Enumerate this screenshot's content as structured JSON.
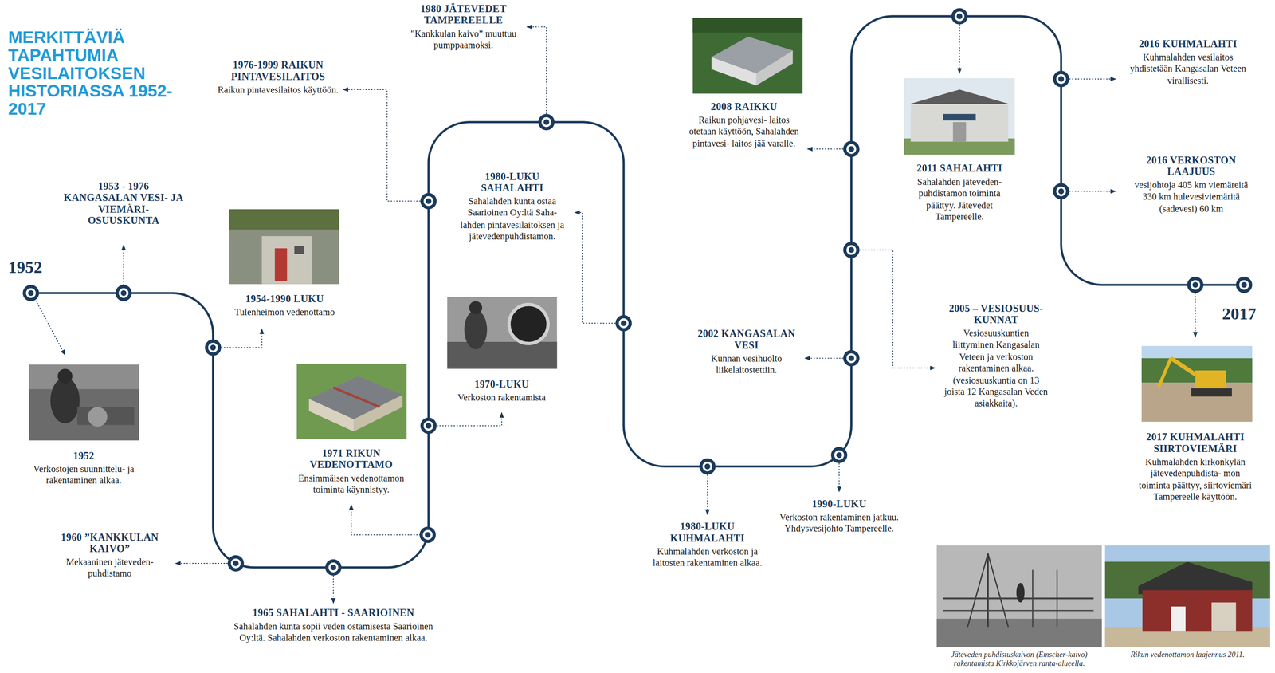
{
  "diagram": {
    "title": "MERKITTÄVIÄ TAPAHTUMIA VESILAITOKSEN HISTORIASSA 1952-2017",
    "nodes": [
      {
        "text": [
          "1952",
          "Verkostojen suunnittelu- ja rakentaminen alkaa."
        ]
      },
      {
        "text": [
          "1953 - 1976 KANGASALAN VESI- JA VIEMÄRI- OSUUSKUNTA"
        ]
      },
      {
        "text": [
          "1954-1990 LUKU",
          "Tulenheimon vedenottamo"
        ]
      },
      {
        "text": [
          "1960 ”KANKKULAN KAIVO”",
          "Mekaaninen jäteveden- puhdistamo"
        ]
      },
      {
        "text": [
          "1965 SAHALAHTI - SAARIOINEN",
          "Sahalahden kunta sopii veden ostamisesta Saarioinen Oy:ltä. Sahalahden verkoston rakentaminen alkaa."
        ]
      },
      {
        "text": [
          "1971 RIKUN VEDENOTTAMO",
          "Ensimmäisen vedenottamon toiminta käynnistyy."
        ]
      },
      {
        "text": [
          "1970-LUKU",
          "Verkoston rakentamista"
        ]
      },
      {
        "text": [
          "1976-1999 RAIKUN PINTAVESILAITOS",
          "Raikun pintavesilaitos käyttöön."
        ]
      },
      {
        "text": [
          "1980 JÄTEVEDET TAMPEREELLE",
          "”Kankkulan kaivo” muuttuu pumppaamoksi."
        ]
      },
      {
        "text": [
          "1980-LUKU SAHALAHTI",
          "Sahalahden kunta ostaa Saarioinen Oy:ltä Saha- lahden pintavesilaitoksen ja jätevedenpuhdistamon."
        ]
      },
      {
        "text": [
          "1980-LUKU KUHMALAHTI",
          "Kuhmalahden verkoston ja laitosten rakentaminen alkaa."
        ]
      },
      {
        "text": [
          "1990-LUKU",
          "Verkoston rakentaminen jatkuu. Yhdysvesijohto Tampereelle."
        ]
      },
      {
        "text": [
          "2002 KANGASALAN VESI",
          "Kunnan vesihuolto liikelaitostettiin."
        ]
      },
      {
        "text": [
          "2005 – VESIOSUUS- KUNNAT",
          "Vesiosuuskuntien liittyminen Kangasalan Veteen ja verkoston rakentaminen alkaa. (vesiosuuskuntia on 13 joista 12 Kangasalan Veden asiakkaita)."
        ]
      },
      {
        "text": [
          "2008 RAIKKU",
          "Raikun pohjavesi- laitos otetaan käyttöön, Sahalahden pintavesi- laitos jää varalle."
        ]
      },
      {
        "text": [
          "2011 SAHALAHTI",
          "Sahalahden jäteveden- puhdistamon toiminta päättyy. Jätevedet Tampereelle."
        ]
      },
      {
        "text": [
          "2016 KUHMALAHTI",
          "Kuhmalahden vesilaitos yhdistetään Kangasalan Veteen virallisesti."
        ]
      },
      {
        "text": [
          "2016 VERKOSTON LAAJUUS",
          "vesijohtoja 405 km viemäreitä 330 km hulevesiviemäritä (sadevesi) 60 km"
        ]
      },
      {
        "text": [
          "2017 KUHMALAHTI SIIRTOVIEMÄRI",
          "Kuhmalahden kirkonkylän jätevedenpuhdista- mon toiminta päättyy, siirtoviemäri Tampereelle käyttöön."
        ]
      }
    ],
    "labels": [
      "1952",
      "2017",
      "Jäteveden puhdistuskaivon (Emscher-kaivo) rakentamista Kirkkojärven ranta-alueella.",
      "Rikun vedenottamon laajennus 2011."
    ]
  }
}
